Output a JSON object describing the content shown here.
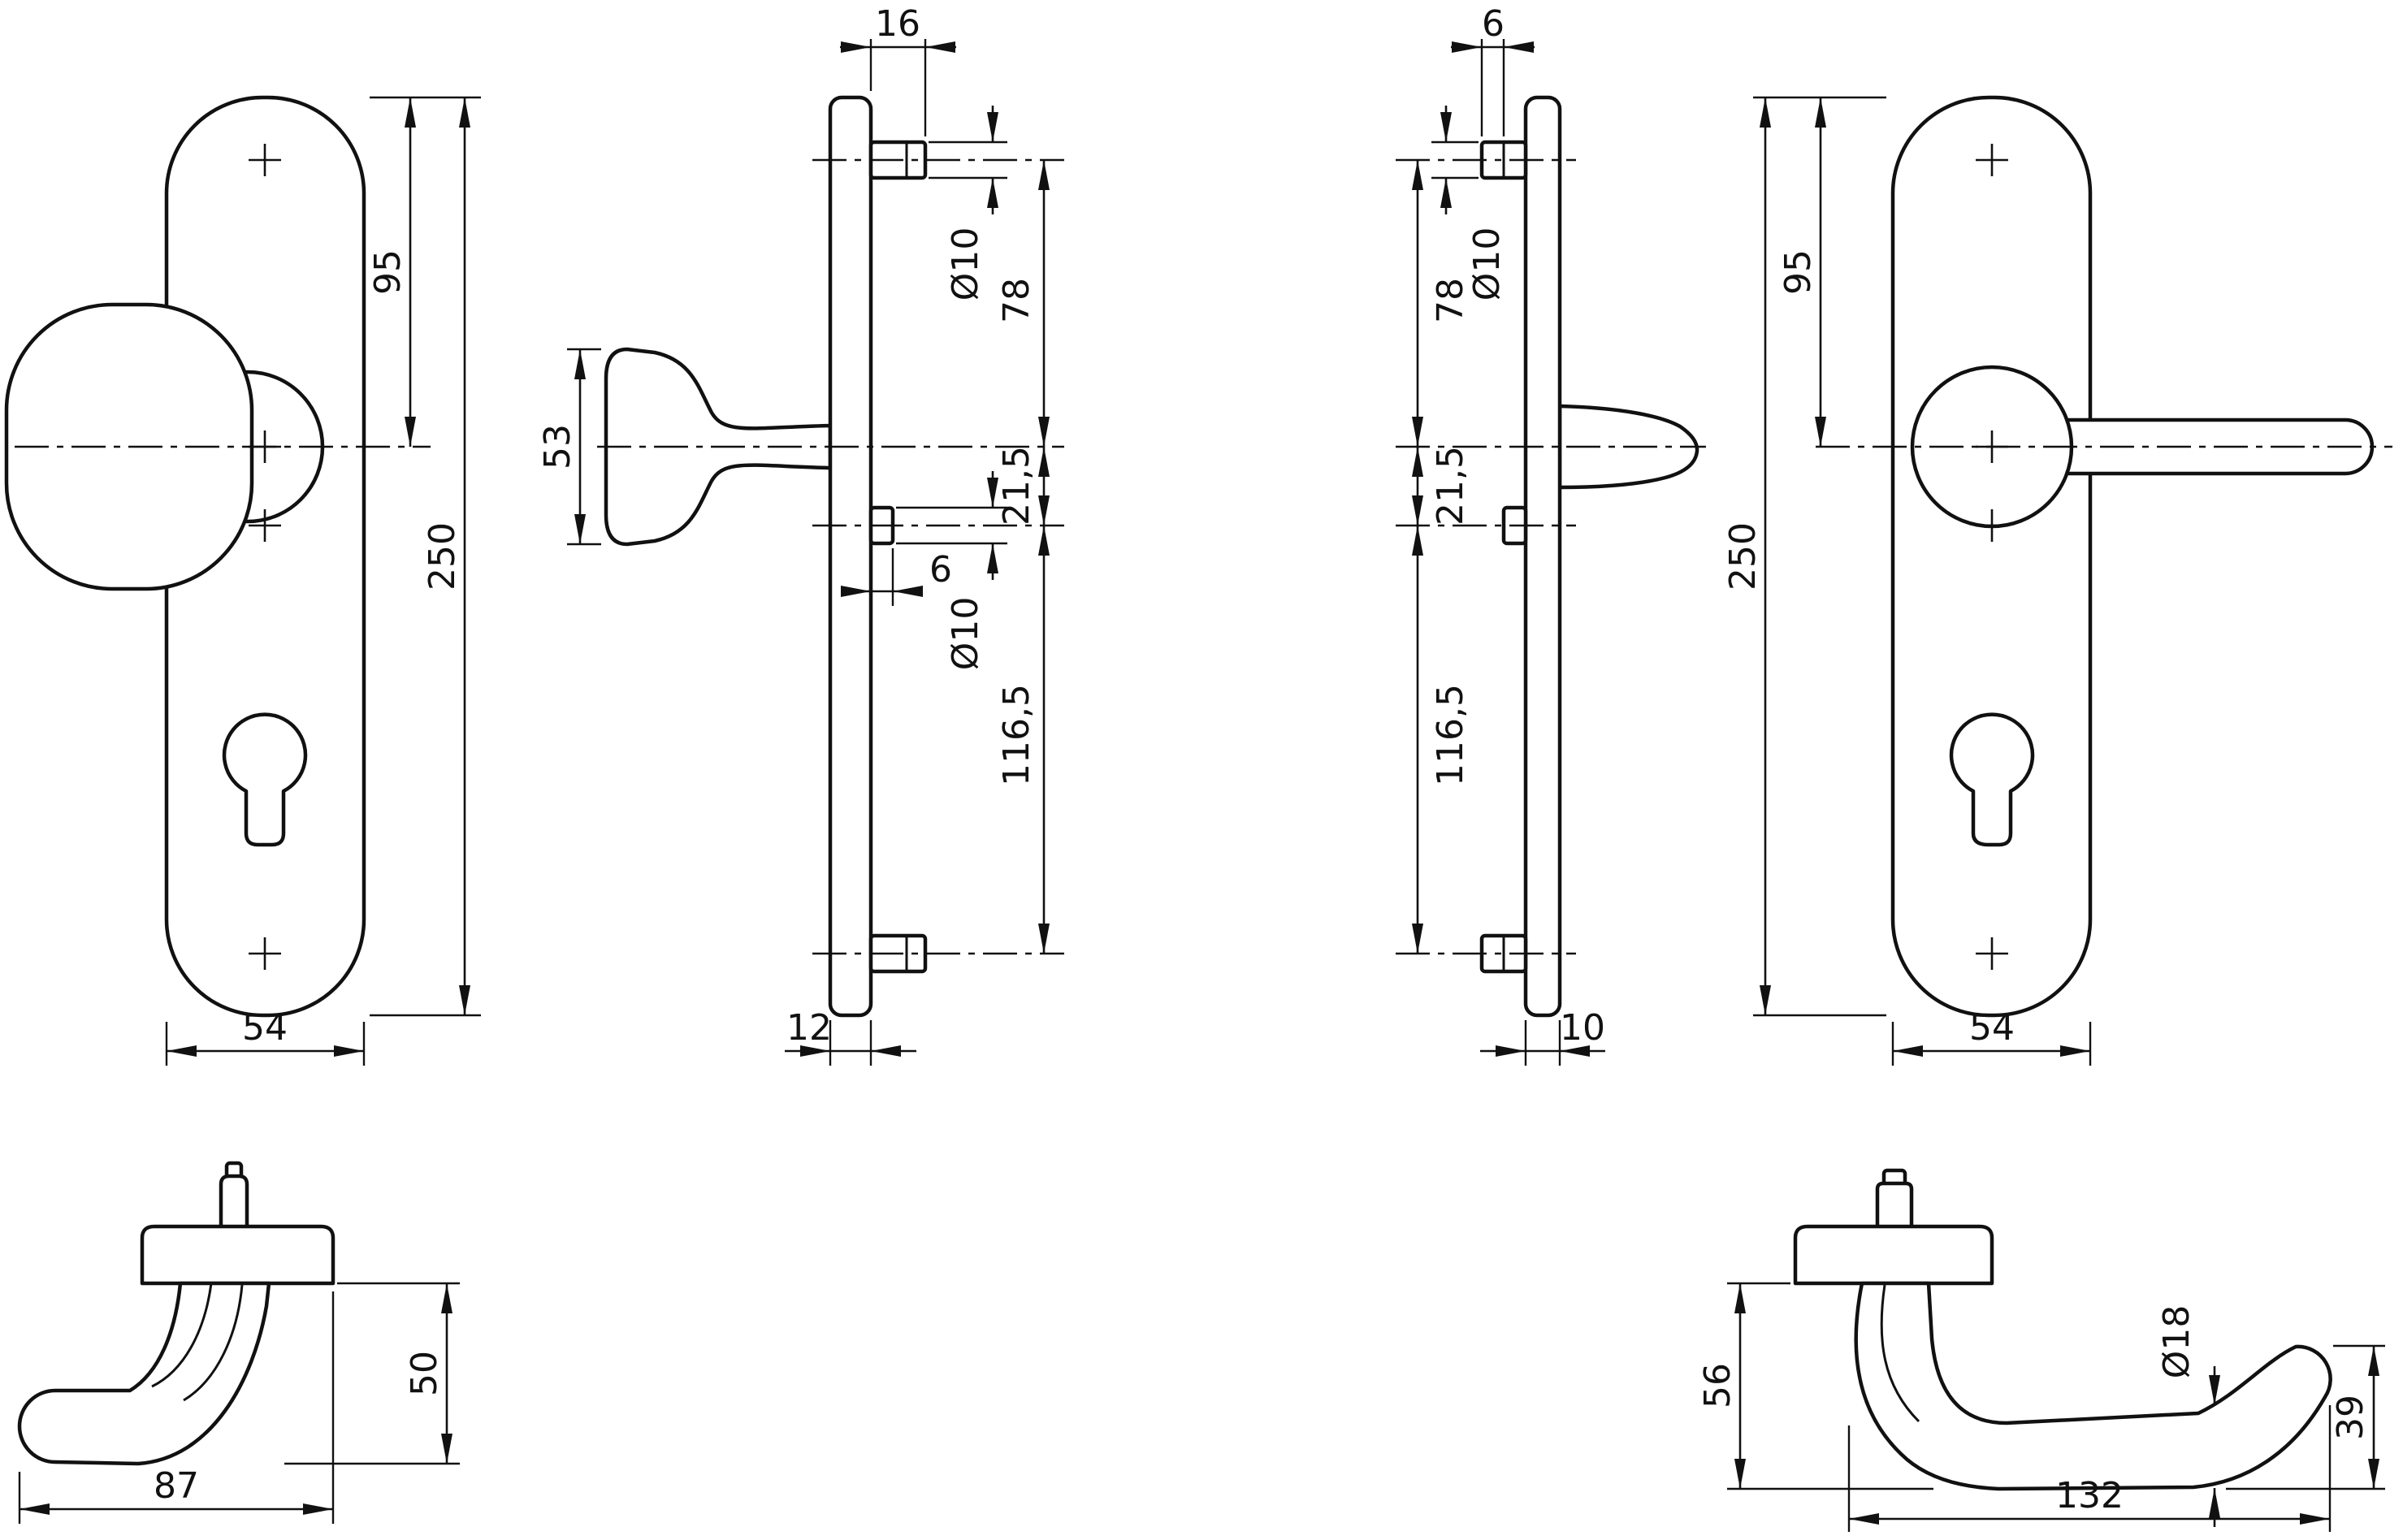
{
  "drawing": {
    "background": "#ffffff",
    "line_color": "#111111",
    "dims": {
      "v1_95": "95",
      "v1_250": "250",
      "v1_54": "54",
      "v2_16": "16",
      "v2_53": "53",
      "v2_d10_top": "Ø10",
      "v2_78": "78",
      "v2_21_5": "21,5",
      "v2_6": "6",
      "v2_d10_mid": "Ø10",
      "v2_116_5": "116,5",
      "v2_12": "12",
      "v3_6": "6",
      "v3_d10": "Ø10",
      "v3_78": "78",
      "v3_21_5": "21,5",
      "v3_116_5": "116,5",
      "v3_10": "10",
      "v4_95": "95",
      "v4_250": "250",
      "v4_54": "54",
      "knob_50": "50",
      "knob_87": "87",
      "lever_56": "56",
      "lever_d18": "Ø18",
      "lever_39": "39",
      "lever_132": "132"
    }
  }
}
